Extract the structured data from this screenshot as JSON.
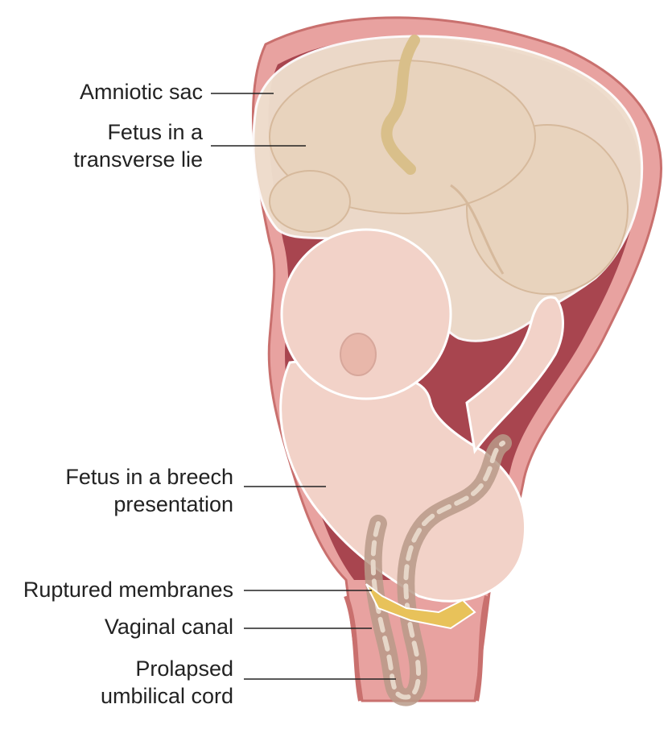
{
  "labels": {
    "amniotic_sac": {
      "line1": "Amniotic sac"
    },
    "transverse": {
      "line1": "Fetus in a",
      "line2": "transverse lie"
    },
    "breech": {
      "line1": "Fetus in a breech",
      "line2": "presentation"
    },
    "ruptured": {
      "line1": "Ruptured membranes"
    },
    "vaginal": {
      "line1": "Vaginal canal"
    },
    "cord": {
      "line1": "Prolapsed",
      "line2": "umbilical cord"
    }
  },
  "colors": {
    "uterus_wall": "#e8a2a0",
    "uterus_outline": "#c9706e",
    "uterus_inner": "#a8454f",
    "amniotic_fluid": "#efe0cf",
    "fetus_skin": "#f2d2c8",
    "fetus_shadow": "#d7a79b",
    "cord": "#b99a88",
    "membrane": "#e8c25a",
    "leader_line": "#222222"
  }
}
